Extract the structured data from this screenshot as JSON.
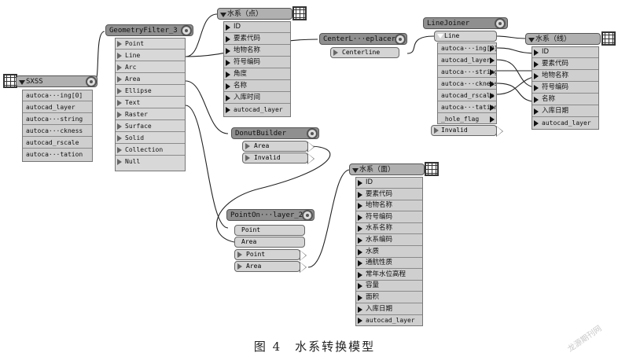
{
  "nodes": {
    "sxss": {
      "title": "SXSS",
      "attrs": [
        "autoca···ing[0]",
        "autocad_layer",
        "autoca···string",
        "autoca···ckness",
        "autocad_rscale",
        "autoca···tation"
      ]
    },
    "geomfilter": {
      "title": "GeometryFilter_3",
      "ports": [
        "Point",
        "Line",
        "Arc",
        "Area",
        "Ellipse",
        "Text",
        "Raster",
        "Surface",
        "Solid",
        "Collection",
        "Null"
      ]
    },
    "shuixi_dian": {
      "title": "水系（点）",
      "attrs": [
        "ID",
        "要素代码",
        "地物名称",
        "符号编码",
        "角度",
        "名称",
        "入库时间",
        "autocad_layer"
      ]
    },
    "center_replacer": {
      "title": "CenterL···eplacer",
      "in_port": "",
      "out_port": "Centerline"
    },
    "line_joiner": {
      "title": "LineJoiner",
      "in_port": "Line",
      "attrs": [
        "autoca···ing[0]",
        "autocad_layer",
        "autoca···string",
        "autoca···ckness",
        "autocad_rscale",
        "autoca···tation",
        "_hole_flag"
      ],
      "out_port": "Invalid"
    },
    "shuixi_xian": {
      "title": "水系（线）",
      "attrs": [
        "ID",
        "要素代码",
        "地物名称",
        "符号编码",
        "名称",
        "入库日期",
        "autocad_layer"
      ]
    },
    "donut_builder": {
      "title": "DonutBuilder",
      "ports": [
        "Area",
        "Invalid"
      ]
    },
    "point_on_area": {
      "title": "PointOn···layer_2",
      "in_ports": [
        "Point",
        "Area"
      ],
      "out_ports": [
        "Point",
        "Area"
      ]
    },
    "shuixi_mian": {
      "title": "水系（面）",
      "attrs": [
        "ID",
        "要素代码",
        "地物名称",
        "符号编码",
        "水系名称",
        "水系编码",
        "水质",
        "通航性质",
        "常年水位高程",
        "容量",
        "面积",
        "入库日期",
        "autocad_layer"
      ]
    }
  },
  "caption": "图 4　水系转换模型",
  "watermark": "龙源期刊网"
}
